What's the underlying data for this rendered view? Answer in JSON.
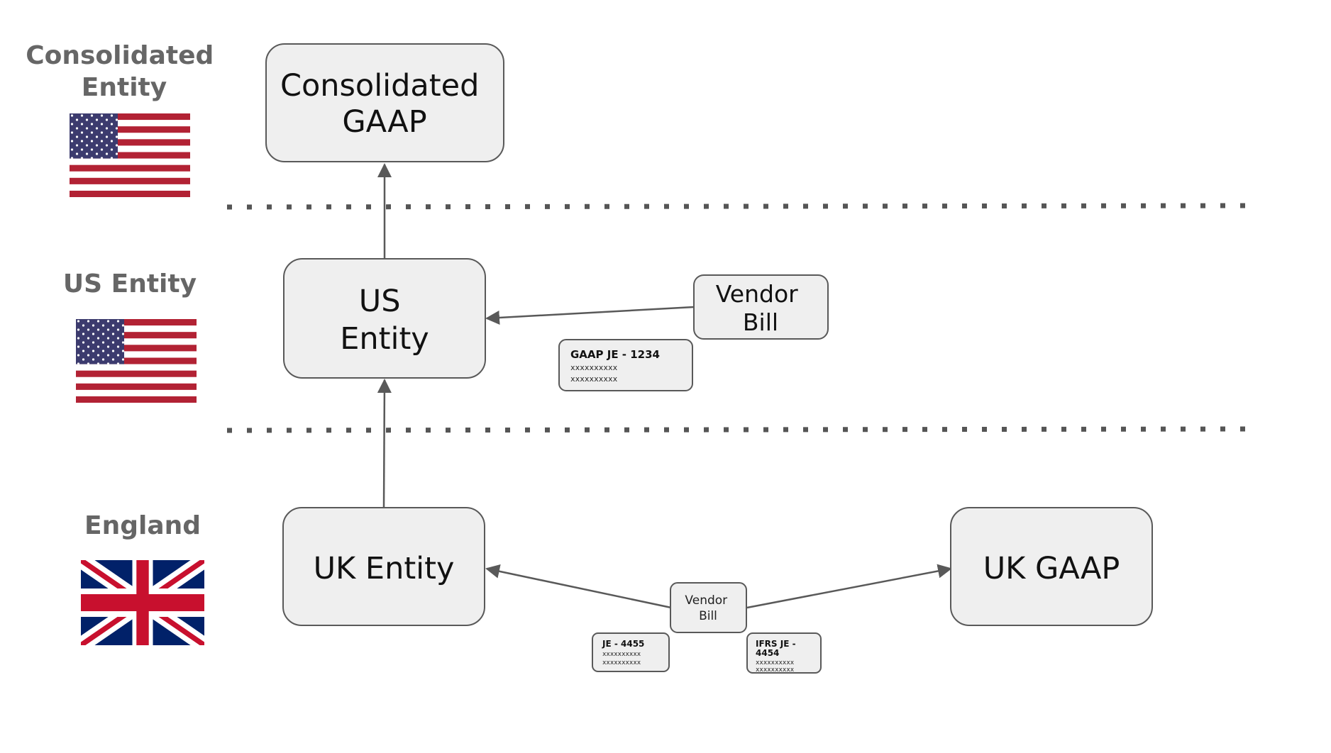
{
  "tiers": {
    "consolidated": {
      "label_lines": [
        "Consolidated",
        "Entity"
      ],
      "flag": "us-flag"
    },
    "us": {
      "label_lines": [
        "US Entity"
      ],
      "flag": "us-flag"
    },
    "england": {
      "label_lines": [
        "England"
      ],
      "flag": "uk-flag"
    }
  },
  "nodes": {
    "consolidated_gaap": {
      "lines": [
        "Consolidated",
        "GAAP"
      ]
    },
    "us_entity": {
      "lines": [
        "US",
        "Entity"
      ]
    },
    "uk_entity": {
      "lines": [
        "UK Entity"
      ]
    },
    "uk_gaap": {
      "lines": [
        "UK GAAP"
      ]
    },
    "us_vendor_bill": {
      "lines": [
        "Vendor",
        "Bill"
      ]
    },
    "uk_vendor_bill": {
      "lines": [
        "Vendor",
        "Bill"
      ]
    }
  },
  "journal_entries": {
    "gaap_je": {
      "title_lines": [
        "GAAP  JE - 1234"
      ],
      "detail_lines": [
        "xxxxxxxxxx",
        "xxxxxxxxxx"
      ]
    },
    "uk_je": {
      "title_lines": [
        "JE - 4455"
      ],
      "detail_lines": [
        "xxxxxxxxxx",
        "xxxxxxxxxx"
      ]
    },
    "ifrs_je": {
      "title_lines": [
        "IFRS  JE -",
        "4454"
      ],
      "detail_lines": [
        "xxxxxxxxxx",
        "xxxxxxxxxx"
      ]
    }
  },
  "colors": {
    "flag_red": "#b22234",
    "flag_blue": "#3c3b6e",
    "uk_blue": "#012169",
    "uk_red": "#c8102e"
  }
}
